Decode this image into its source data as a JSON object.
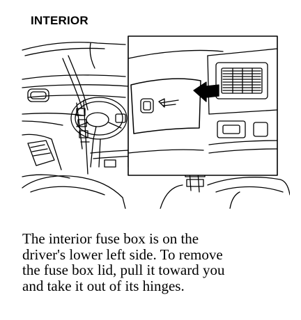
{
  "heading": "INTERIOR",
  "illustration": {
    "subject": "car-interior-fuse-box-location",
    "inset_subject": "fuse-box-lid-with-arrow"
  },
  "caption": {
    "lines": [
      "The interior fuse box is on the",
      "driver's lower left side. To remove",
      "the fuse box lid, pull it toward you",
      "and take it out of its hinges."
    ]
  }
}
